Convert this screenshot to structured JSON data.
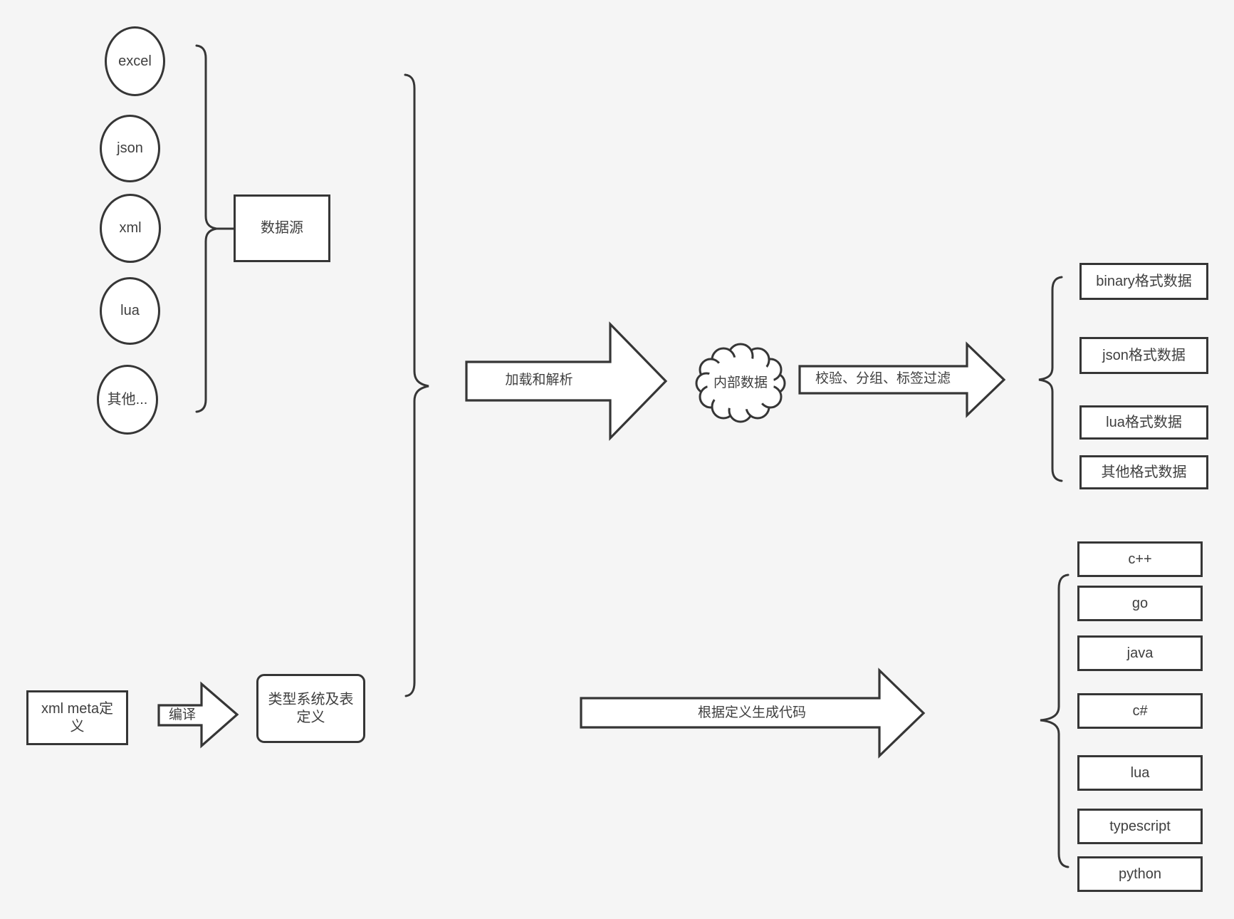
{
  "styles": {
    "background": "#f5f5f5",
    "stroke": "#363636",
    "shape_fill": "#ffffff",
    "text_color": "#3f3f3f"
  },
  "sources": {
    "group_label": "数据源",
    "items": [
      {
        "label": "excel"
      },
      {
        "label": "json"
      },
      {
        "label": "xml"
      },
      {
        "label": "lua"
      },
      {
        "label": "其他..."
      }
    ]
  },
  "pipeline": {
    "load_arrow_label": "加载和解析",
    "cloud_label": "内部数据",
    "filter_arrow_label": "校验、分组、标签过滤",
    "formats": [
      {
        "label": "binary格式数据"
      },
      {
        "label": "json格式数据"
      },
      {
        "label": "lua格式数据"
      },
      {
        "label": "其他格式数据"
      }
    ]
  },
  "codegen": {
    "xml_meta_label": "xml meta定义",
    "compile_arrow_label": "编译",
    "type_system_label": "类型系统及表定义",
    "generate_arrow_label": "根据定义生成代码",
    "languages": [
      {
        "label": "c++"
      },
      {
        "label": "go"
      },
      {
        "label": "java"
      },
      {
        "label": "c#"
      },
      {
        "label": "lua"
      },
      {
        "label": "typescript"
      },
      {
        "label": "python"
      }
    ]
  }
}
